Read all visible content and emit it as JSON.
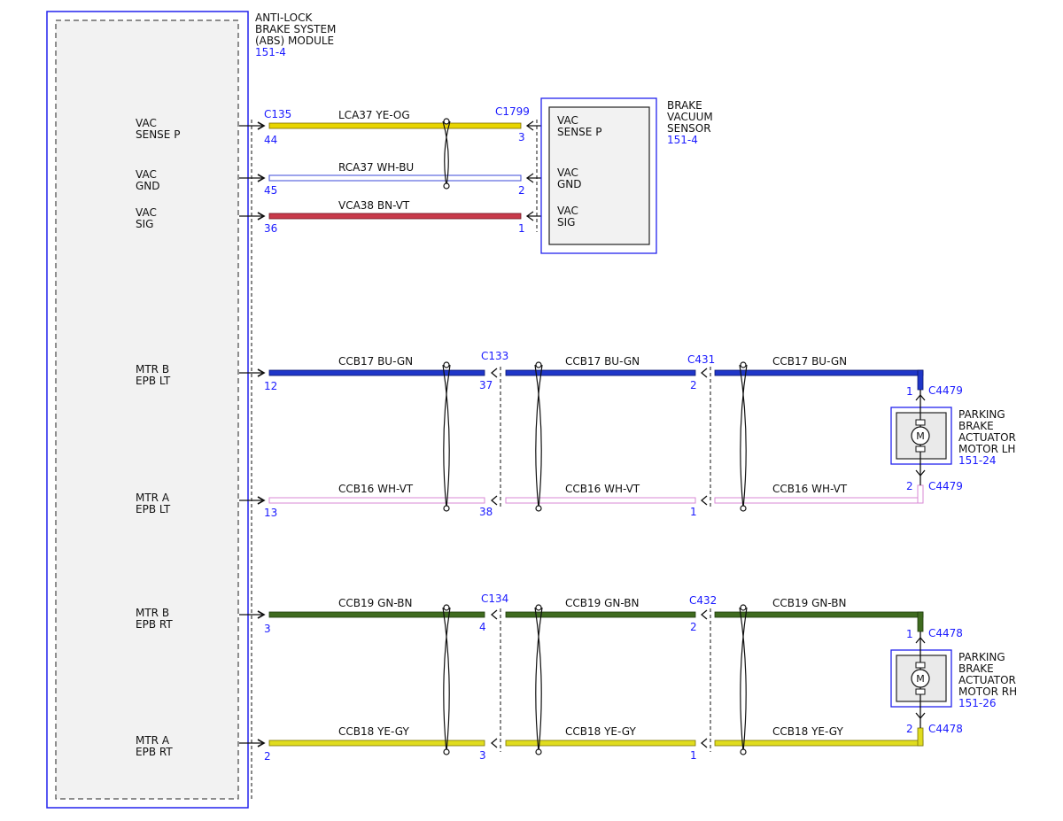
{
  "abs_module": {
    "title_lines": [
      "ANTI-LOCK",
      "BRAKE SYSTEM",
      "(ABS) MODULE"
    ],
    "ref": "151-4"
  },
  "pin_labels": {
    "vac_sense_p": [
      "VAC",
      "SENSE P"
    ],
    "vac_gnd": [
      "VAC",
      "GND"
    ],
    "vac_sig": [
      "VAC",
      "SIG"
    ],
    "mtr_b_epb_lt": [
      "MTR B",
      "EPB LT"
    ],
    "mtr_a_epb_lt": [
      "MTR A",
      "EPB LT"
    ],
    "mtr_b_epb_rt": [
      "MTR B",
      "EPB RT"
    ],
    "mtr_a_epb_rt": [
      "MTR A",
      "EPB RT"
    ]
  },
  "sensor": {
    "title_lines": [
      "BRAKE",
      "VACUUM",
      "SENSOR"
    ],
    "ref": "151-4",
    "pin_labels": {
      "sense_p": [
        "VAC",
        "SENSE P"
      ],
      "gnd": [
        "VAC",
        "GND"
      ],
      "sig": [
        "VAC",
        "SIG"
      ]
    }
  },
  "actuator_lh": {
    "title_lines": [
      "PARKING",
      "BRAKE",
      "ACTUATOR",
      "MOTOR LH"
    ],
    "ref": "151-24",
    "motor_symbol": "M"
  },
  "actuator_rh": {
    "title_lines": [
      "PARKING",
      "BRAKE",
      "ACTUATOR",
      "MOTOR RH"
    ],
    "ref": "151-26",
    "motor_symbol": "M"
  },
  "connectors": {
    "c135": "C135",
    "c1799": "C1799",
    "c133": "C133",
    "c431": "C431",
    "c134": "C134",
    "c432": "C432",
    "c4479": "C4479",
    "c4478": "C4478"
  },
  "pins": {
    "c135_44": "44",
    "c135_45": "45",
    "c135_36": "36",
    "c1799_3": "3",
    "c1799_2": "2",
    "c1799_1": "1",
    "abs_12": "12",
    "abs_13": "13",
    "abs_3": "3",
    "abs_2": "2",
    "c133_37": "37",
    "c133_38": "38",
    "c431_2": "2",
    "c431_1": "1",
    "c134_4": "4",
    "c134_3": "3",
    "c432_2": "2",
    "c432_1": "1",
    "c4479_1": "1",
    "c4479_2": "2",
    "c4478_1": "1",
    "c4478_2": "2"
  },
  "wires": {
    "lca37": "LCA37  YE-OG",
    "rca37": "RCA37  WH-BU",
    "vca38": "VCA38  BN-VT",
    "ccb17": "CCB17  BU-GN",
    "ccb16": "CCB16  WH-VT",
    "ccb19": "CCB19  GN-BN",
    "ccb18": "CCB18  YE-GY"
  },
  "colors": {
    "ye_og": "#e8d500",
    "wh_bu": "#3b48d8",
    "bn_vt": "#c83a4a",
    "bu_gn": "#1f36c8",
    "wh_vt": "#d98ad6",
    "gn_bn": "#3f6b1f",
    "ye_gy": "#e0dc1e",
    "module_border": "#2222ee",
    "label_blue": "#1a1aff"
  }
}
